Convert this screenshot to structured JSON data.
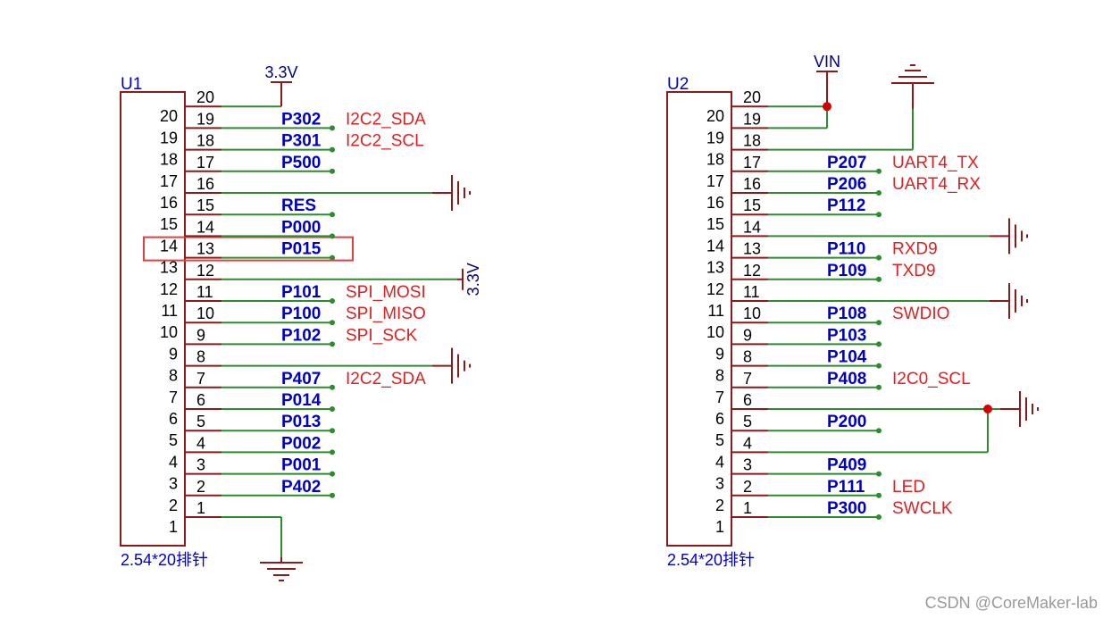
{
  "colors": {
    "body": "#8b1a1a",
    "wire": "#2e8b2e",
    "pin_num": "#000000",
    "net_label": "#0000cc",
    "func_label": "#e02020",
    "ref": "#0000cc",
    "highlight": "#e04040",
    "power": "#000080"
  },
  "watermark": "CSDN @CoreMaker-lab",
  "headers": [
    {
      "ref": "U1",
      "value": "2.54*20排针",
      "pins": [
        {
          "num": "1",
          "mode": "gnd-below"
        },
        {
          "num": "2",
          "net": "P402"
        },
        {
          "num": "3",
          "net": "P001"
        },
        {
          "num": "4",
          "net": "P002"
        },
        {
          "num": "5",
          "net": "P013"
        },
        {
          "num": "6",
          "net": "P014"
        },
        {
          "num": "7",
          "net": "P407",
          "func": "I2C2_SDA"
        },
        {
          "num": "8",
          "mode": "gnd-right"
        },
        {
          "num": "9",
          "net": "P102",
          "func": "SPI_SCK"
        },
        {
          "num": "10",
          "net": "P100",
          "func": "SPI_MISO"
        },
        {
          "num": "11",
          "net": "P101",
          "func": "SPI_MOSI"
        },
        {
          "num": "12",
          "mode": "pwr-right",
          "power": "3.3V"
        },
        {
          "num": "13",
          "net": "P015",
          "highlight": true
        },
        {
          "num": "14",
          "net": "P000"
        },
        {
          "num": "15",
          "net": "RES"
        },
        {
          "num": "16",
          "mode": "gnd-right"
        },
        {
          "num": "17",
          "net": "P500"
        },
        {
          "num": "18",
          "net": "P301",
          "func": "I2C2_SCL"
        },
        {
          "num": "19",
          "net": "P302",
          "func": "I2C2_SDA"
        },
        {
          "num": "20",
          "mode": "pwr-top",
          "power": "3.3V"
        }
      ]
    },
    {
      "ref": "U2",
      "value": "2.54*20排针",
      "pins": [
        {
          "num": "1",
          "net": "P300",
          "func": "SWCLK"
        },
        {
          "num": "2",
          "net": "P111",
          "func": "LED"
        },
        {
          "num": "3",
          "net": "P409"
        },
        {
          "num": "4",
          "mode": "gnd-group"
        },
        {
          "num": "5",
          "net": "P200"
        },
        {
          "num": "6",
          "mode": "gnd-group"
        },
        {
          "num": "7",
          "net": "P408",
          "func": "I2C0_SCL"
        },
        {
          "num": "8",
          "net": "P104"
        },
        {
          "num": "9",
          "net": "P103"
        },
        {
          "num": "10",
          "net": "P108",
          "func": "SWDIO"
        },
        {
          "num": "11",
          "mode": "gnd-right"
        },
        {
          "num": "12",
          "net": "P109",
          "func": "TXD9"
        },
        {
          "num": "13",
          "net": "P110",
          "func": "RXD9"
        },
        {
          "num": "14",
          "mode": "gnd-right"
        },
        {
          "num": "15",
          "net": "P112"
        },
        {
          "num": "16",
          "net": "P206",
          "func": "UART4_RX"
        },
        {
          "num": "17",
          "net": "P207",
          "func": "UART4_TX"
        },
        {
          "num": "18",
          "mode": "gnd-top"
        },
        {
          "num": "19",
          "mode": "vin-group"
        },
        {
          "num": "20",
          "mode": "vin-group",
          "power": "VIN"
        }
      ]
    }
  ]
}
